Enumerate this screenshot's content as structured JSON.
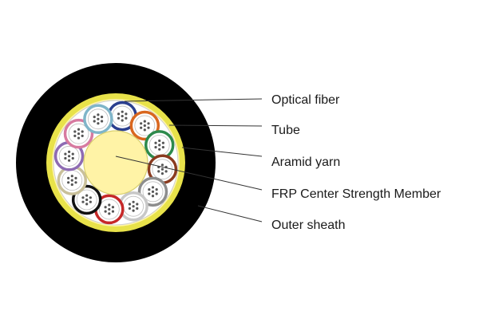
{
  "diagram": {
    "labels": {
      "optical_fiber": "Optical fiber",
      "tube": "Tube",
      "aramid_yarn": "Aramid yarn",
      "frp_member": "FRP  Center Strength Member",
      "outer_sheath": "Outer sheath"
    },
    "colors": {
      "outer_sheath": "#000000",
      "aramid_yarn": "#fff5a8",
      "aramid_rim": "#e8e24a",
      "frp_member": "#fff3a6",
      "fiber": "#555555"
    },
    "tubes": [
      {
        "name": "blue-tube",
        "color": "#2b3f8f"
      },
      {
        "name": "orange-tube",
        "color": "#d9671f"
      },
      {
        "name": "green-tube",
        "color": "#2d8a4c"
      },
      {
        "name": "brown-tube",
        "color": "#8a3b1f"
      },
      {
        "name": "gray-tube",
        "color": "#8d8d8d"
      },
      {
        "name": "white-tube",
        "color": "#c8c8c8"
      },
      {
        "name": "red-tube",
        "color": "#c62828"
      },
      {
        "name": "black-tube",
        "color": "#111111"
      },
      {
        "name": "cream-tube",
        "color": "#c9c09a"
      },
      {
        "name": "violet-tube",
        "color": "#8e6bb3"
      },
      {
        "name": "pink-tube",
        "color": "#d77aa0"
      },
      {
        "name": "aqua-tube",
        "color": "#7fb5c9"
      }
    ]
  }
}
